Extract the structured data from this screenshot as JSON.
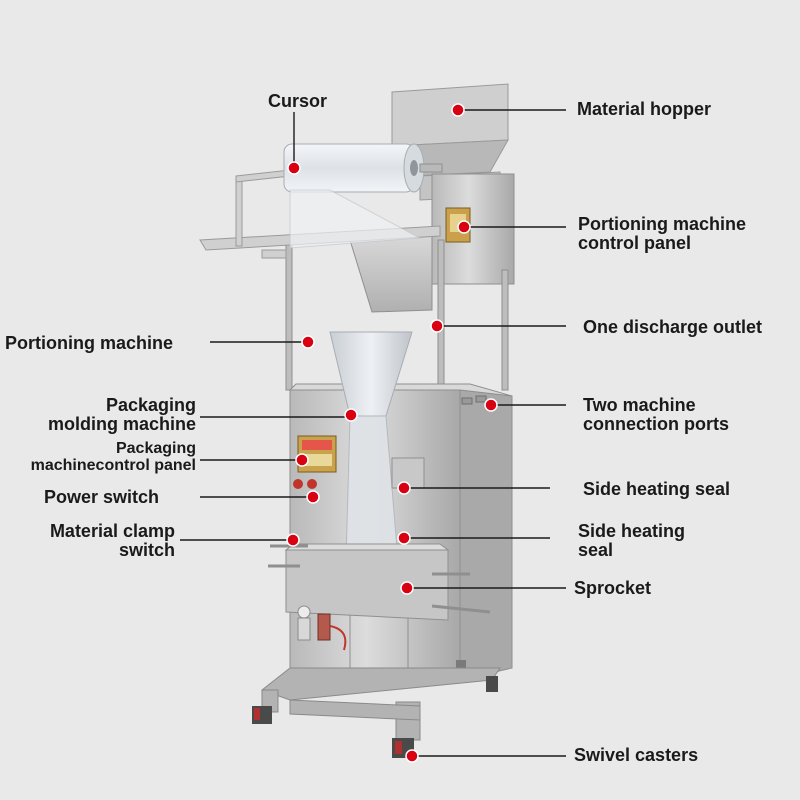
{
  "diagram": {
    "labels": {
      "cursor": "Cursor",
      "material_hopper": "Material hopper",
      "portioning_control_panel": "Portioning machine\ncontrol panel",
      "portioning_machine": "Portioning machine",
      "one_discharge_outlet": "One discharge outlet",
      "packaging_molding_machine": "Packaging\nmolding machine",
      "two_machine_connection_ports": "Two machine\nconnection ports",
      "packaging_control_panel": "Packaging\nmachinecontrol panel",
      "power_switch": "Power switch",
      "side_heating_seal_1": "Side heating seal",
      "material_clamp_switch": "Material clamp\nswitch",
      "side_heating_seal_2": "Side heating\nseal",
      "sprocket": "Sprocket",
      "swivel_casters": "Swivel casters"
    },
    "colors": {
      "marker": "#d90012",
      "steel_light": "#d4d4d4",
      "steel_dark": "#9a9a9a",
      "film": "#eef1f4",
      "background": "#e9e9e9"
    }
  }
}
